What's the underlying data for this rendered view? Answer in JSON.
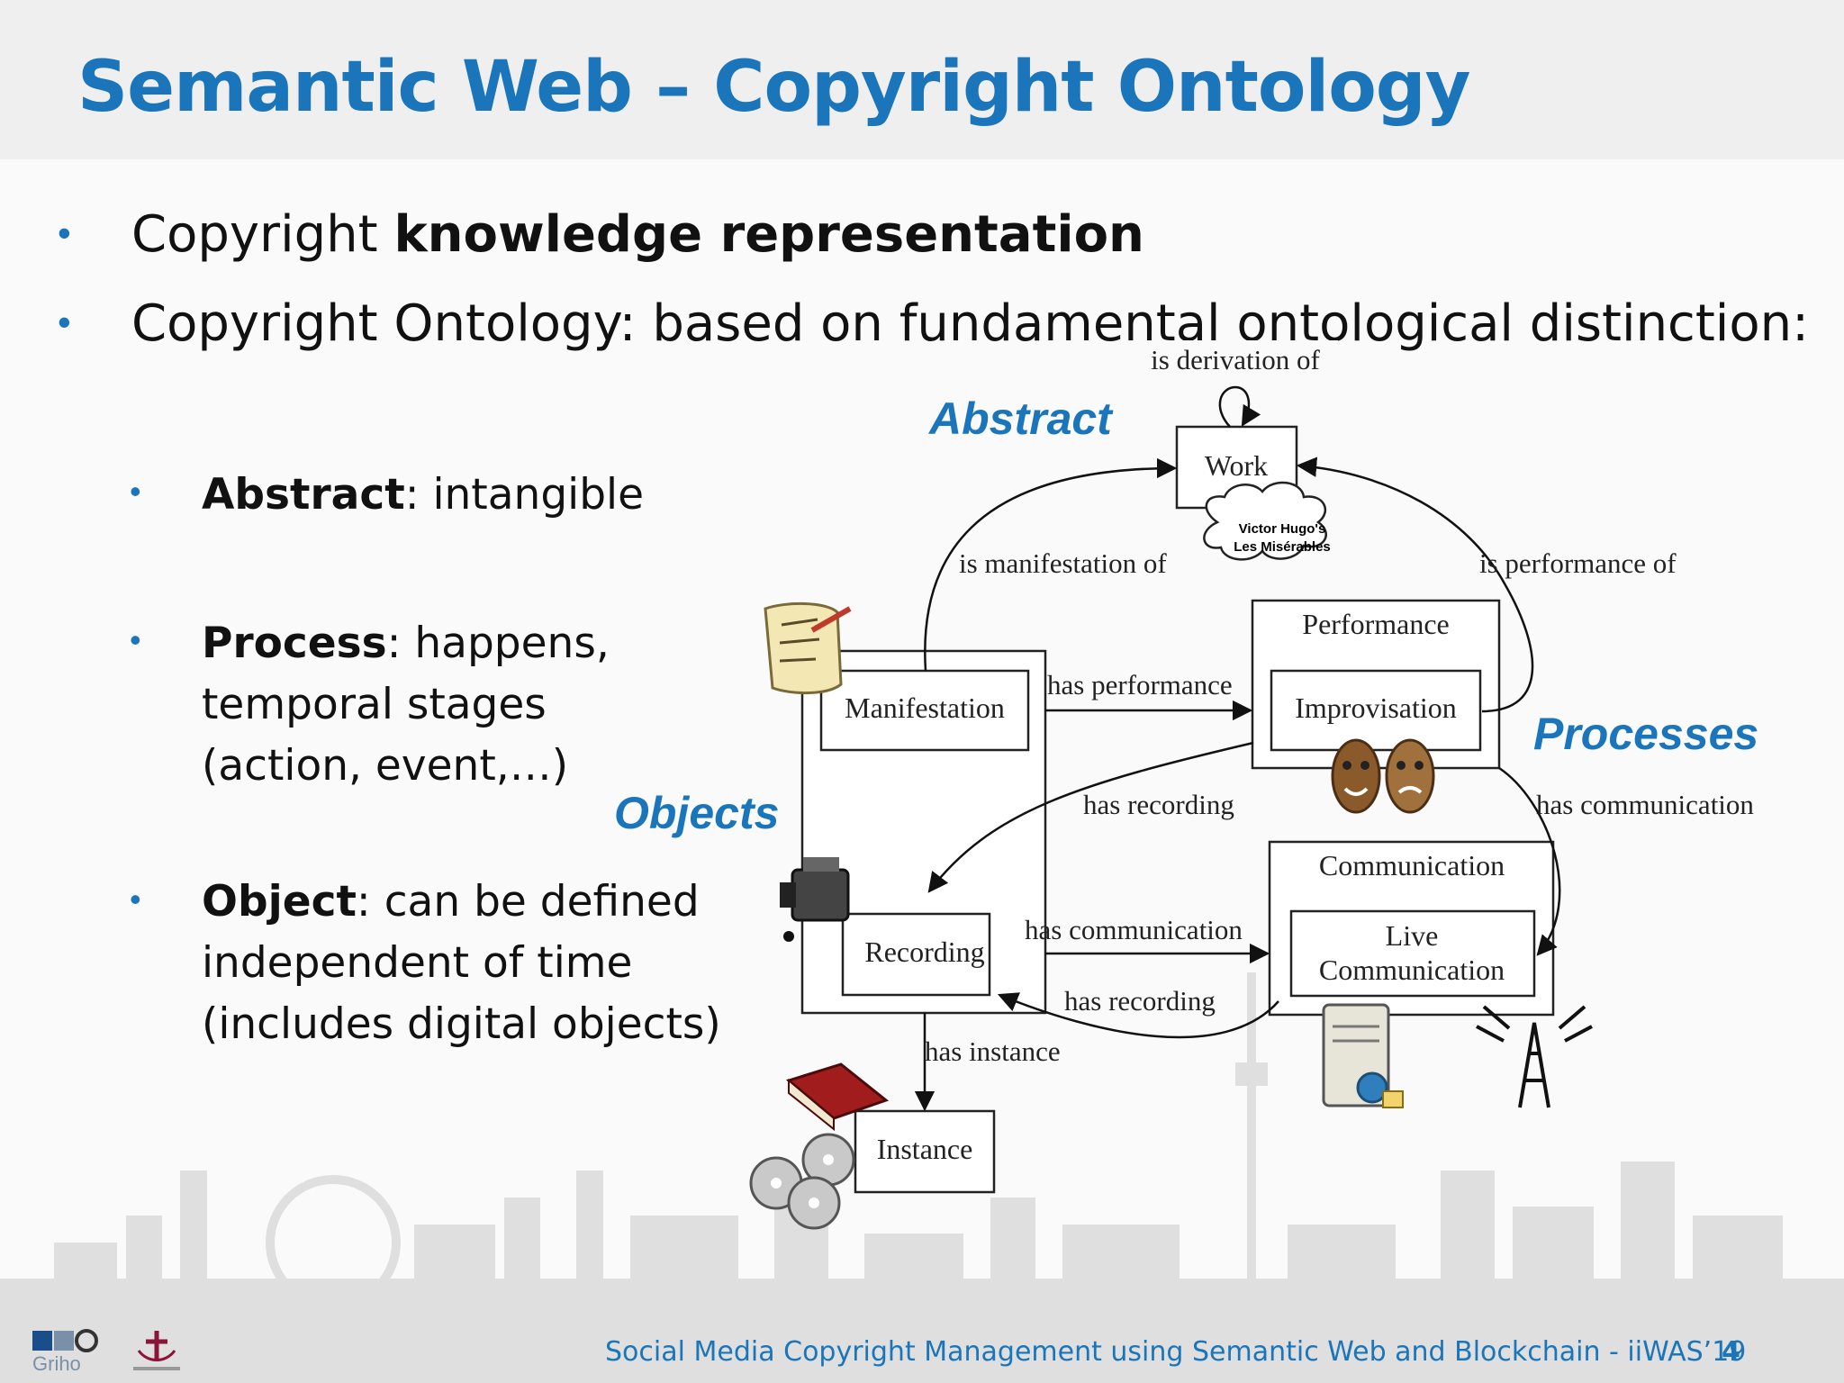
{
  "slide": {
    "title": "Semantic Web – Copyright Ontology",
    "bullets": [
      {
        "plain": "Copyright ",
        "bold": "knowledge representation"
      },
      {
        "plain": "Copyright Ontology: based on fundamental ontological distinction:"
      }
    ],
    "sub_bullets": [
      {
        "bold": "Abstract",
        "rest": ": intangible"
      },
      {
        "bold": "Process",
        "rest": ": happens,",
        "line2": "temporal stages",
        "line3": "(action, event,…)"
      },
      {
        "bold": "Object",
        "rest": ": can be defined",
        "line2": "independent of time",
        "line3": "(includes digital objects)"
      }
    ],
    "footer": "Social Media Copyright Management using Semantic Web and Blockchain - iiWAS’19",
    "page_number": "4",
    "logo_text": "Griho",
    "accent_color": "#1a75bb"
  },
  "diagram": {
    "group_labels": {
      "abstract": "Abstract",
      "objects": "Objects",
      "processes": "Processes"
    },
    "nodes": {
      "work": "Work",
      "manifestation": "Manifestation",
      "performance": "Performance",
      "improvisation": "Improvisation",
      "communication": "Communication",
      "live_communication_1": "Live",
      "live_communication_2": "Communication",
      "recording": "Recording",
      "instance": "Instance"
    },
    "cloud": {
      "line1": "Victor Hugo's",
      "line2": "Les Misérables"
    },
    "edges": {
      "is_derivation_of": "is derivation of",
      "is_manifestation_of": "is manifestation of",
      "is_performance_of": "is performance of",
      "has_performance": "has performance",
      "has_recording_1": "has recording",
      "has_communication_1": "has communication",
      "has_communication_2": "has communication",
      "has_recording_2": "has recording",
      "has_instance": "has instance"
    },
    "icons": [
      "scroll-icon",
      "theater-masks-icon",
      "video-camera-icon",
      "server-icon",
      "radio-tower-icon",
      "book-icon",
      "cd-discs-icon"
    ]
  }
}
